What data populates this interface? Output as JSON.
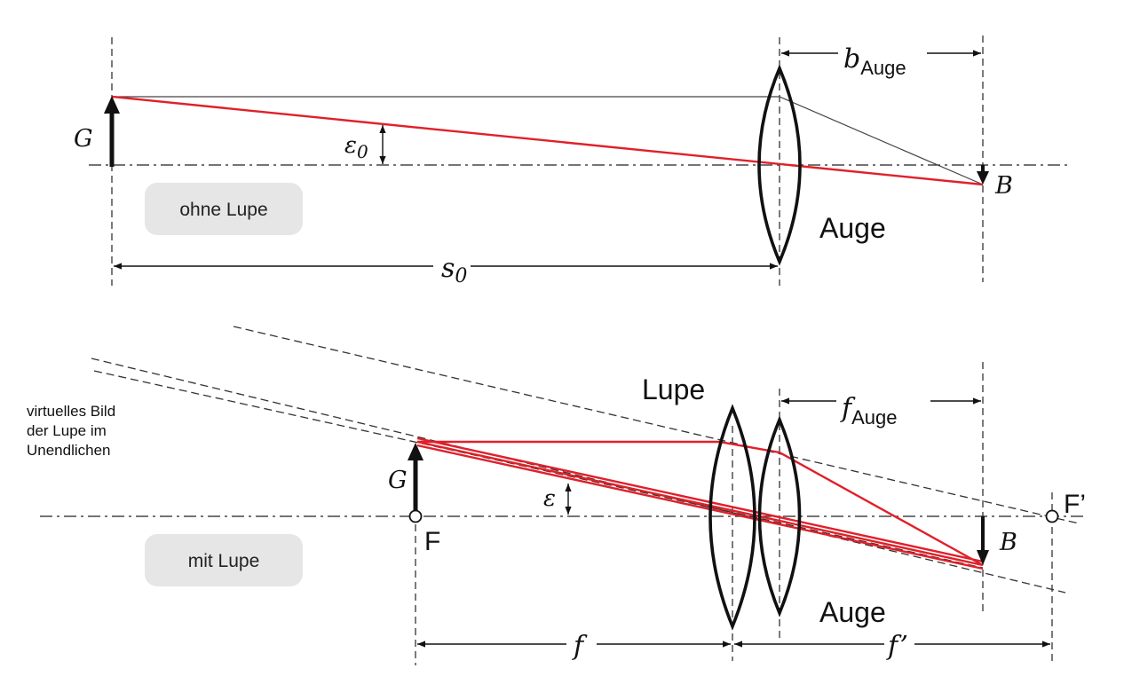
{
  "top": {
    "object_label": "G",
    "image_label": "B",
    "angle_label": "ε",
    "angle_sub": "0",
    "distance_label": "s",
    "distance_sub": "0",
    "image_distance_label": "b",
    "image_distance_sub": "Auge",
    "eye_label": "Auge",
    "badge": "ohne Lupe"
  },
  "bottom": {
    "object_label": "G",
    "image_label": "B",
    "angle_label": "ε",
    "focal_point_label": "F",
    "focal_point_image_label": "F’",
    "magnifier_label": "Lupe",
    "eye_label": "Auge",
    "eye_focal_label": "f",
    "eye_focal_sub": "Auge",
    "focal_label": "f",
    "focal_image_label": "f’",
    "virtual_image_note": [
      "virtuelles Bild",
      "der Lupe im",
      "Unendlichen"
    ],
    "badge": "mit Lupe"
  },
  "colors": {
    "ray": "#e0202a",
    "badge_bg": "#e6e6e6"
  }
}
